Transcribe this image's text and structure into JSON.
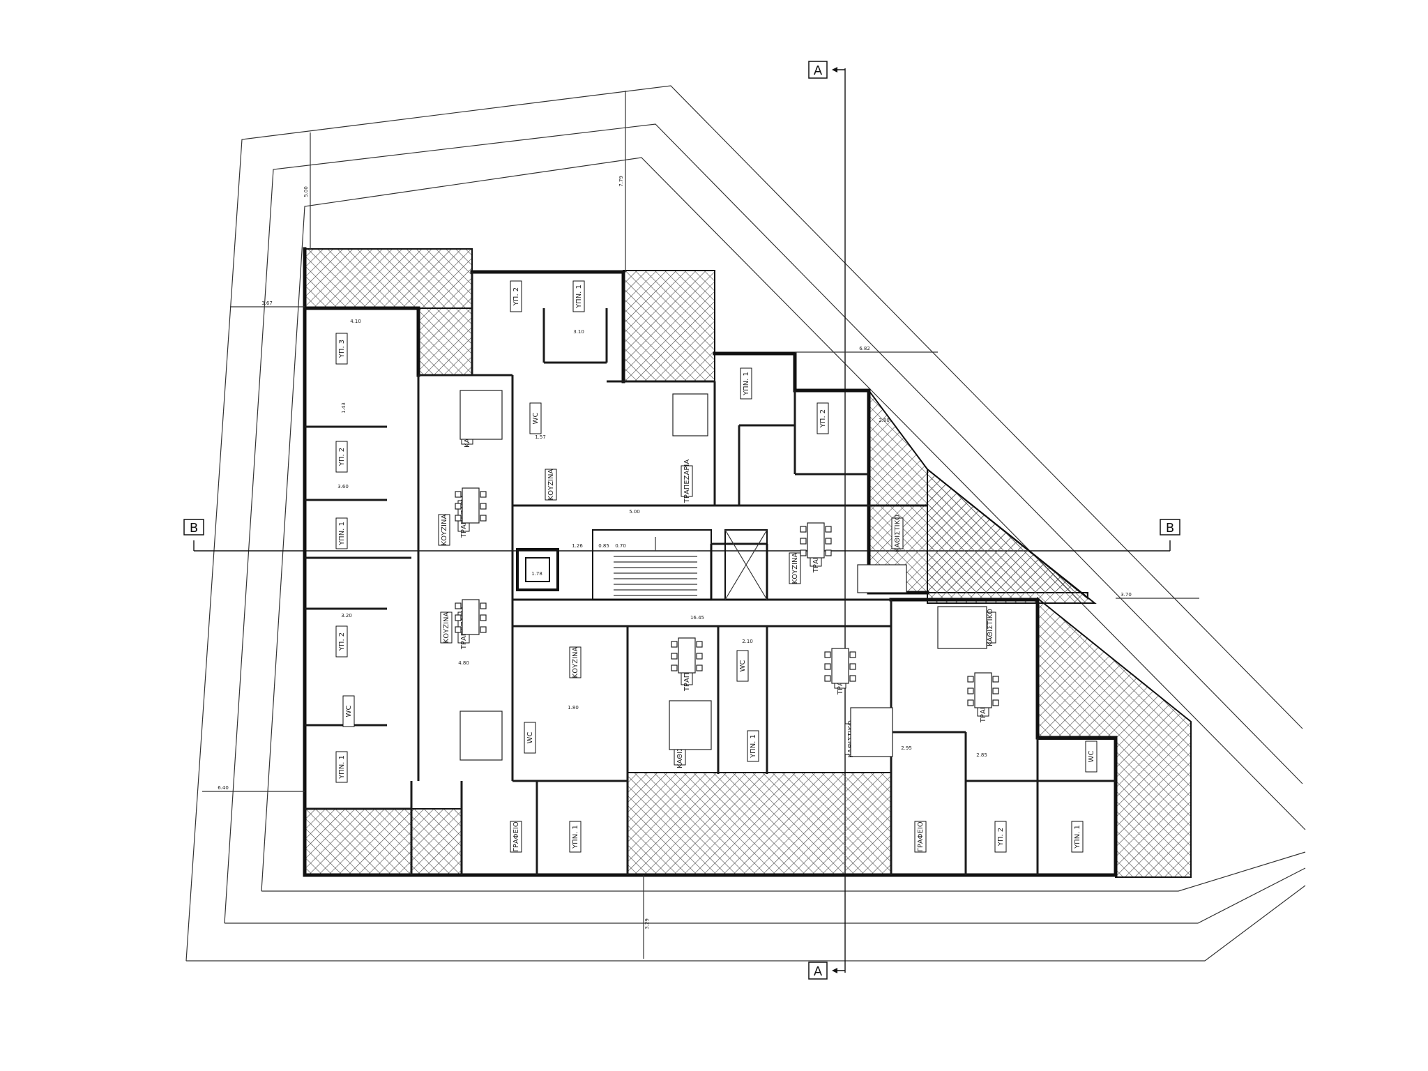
{
  "section_marks": {
    "top": "A",
    "bottom": "A",
    "left": "B",
    "right": "B"
  },
  "room_labels": {
    "bedroom_3": "ΥΠ. 3",
    "bedroom_2": "ΥΠ. 2",
    "bedroom_1": "ΥΠΝ. 1",
    "wc": "WC",
    "kitchen": "ΚΟΥΖΙΝΑ",
    "living": "ΚΑΘΙΣΤΙΚΟ",
    "dining": "ΤΡΑΠΕΖΑΡΙΑ",
    "office": "ΓΡΑΦΕΙΟ"
  },
  "dimensions": {
    "stair_width": "16.45",
    "core_w1": "1.78",
    "core_w2": "1.26",
    "core_w3": "0.85",
    "core_w4": "0.70",
    "left_setback": "3.67",
    "bottom_setback": "3.29",
    "top_setback_a": "5.00",
    "top_setback_b": "7.79",
    "right_setback": "6.82",
    "right_offset": "3.70",
    "room_w1": "4.10",
    "room_w2": "3.60",
    "room_w3": "3.20",
    "room_w4": "3.10",
    "room_w5": "2.80",
    "room_w6": "5.00",
    "room_w7": "4.80",
    "room_w8": "2.10",
    "room_w9": "1.80",
    "room_w10": "1.43",
    "room_w11": "1.57",
    "room_w12": "6.40",
    "room_w13": "2.95",
    "room_w14": "2.85"
  },
  "colors": {
    "ink": "#111111",
    "paper": "#ffffff"
  }
}
